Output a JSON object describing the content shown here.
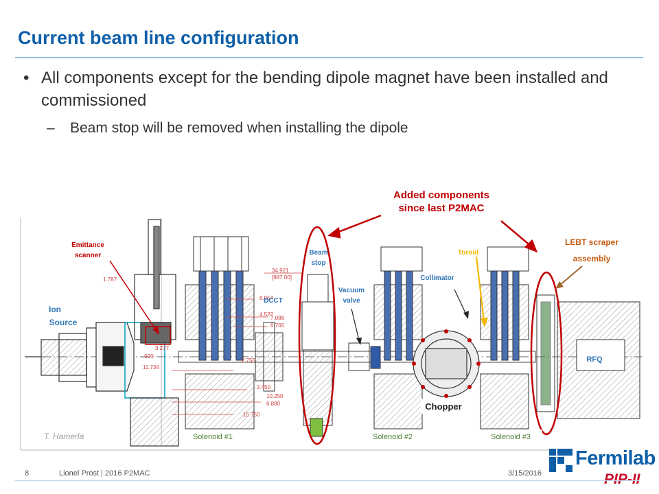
{
  "slide": {
    "title": "Current beam line configuration",
    "bullet_char": "•",
    "bullet": "All components except for the bending dipole magnet have been installed and commissioned",
    "sub_dash": "–",
    "sub_bullet": "Beam stop will be removed when installing the dipole"
  },
  "diagram": {
    "callout": {
      "line1": "Added components",
      "line2": "since last P2MAC"
    },
    "labels": {
      "emittance_1": "Emittance",
      "emittance_2": "scanner",
      "ion_1": "Ion",
      "ion_2": "Source",
      "dcct": "DCCT",
      "beam_stop_1": "Beam",
      "beam_stop_2": "stop",
      "vacuum_1": "Vacuum",
      "vacuum_2": "valve",
      "toroid": "Toroid",
      "collimator": "Collimator",
      "lebt_1": "LEBT scraper",
      "lebt_2": "assembly",
      "rfq": "RFQ",
      "chopper": "Chopper",
      "solenoid1": "Solenoid #1",
      "solenoid2": "Solenoid #2",
      "solenoid3": "Solenoid #3",
      "credit": "T. Hamerla"
    },
    "dimensions": [
      "34.921",
      "[887.00]",
      "8.954",
      "4.522",
      "7.088",
      "6.765",
      "3.277",
      ".620",
      "11.734",
      "2.755",
      "2.450",
      "10.250",
      "6.880",
      "15.750",
      "1.787"
    ],
    "colors": {
      "red": "#c00000",
      "orange_label": "#c55a11",
      "toroid": "#f5b800",
      "solenoid_label": "#548235",
      "blue_label": "#2e75b6"
    }
  },
  "footer": {
    "page": "8",
    "author": "Lionel Prost | 2016 P2MAC",
    "date": "3/15/2016",
    "logo_text": "Fermilab",
    "logo_sub": "PIP-II",
    "logo_icon": "fermilab-logo-icon"
  }
}
